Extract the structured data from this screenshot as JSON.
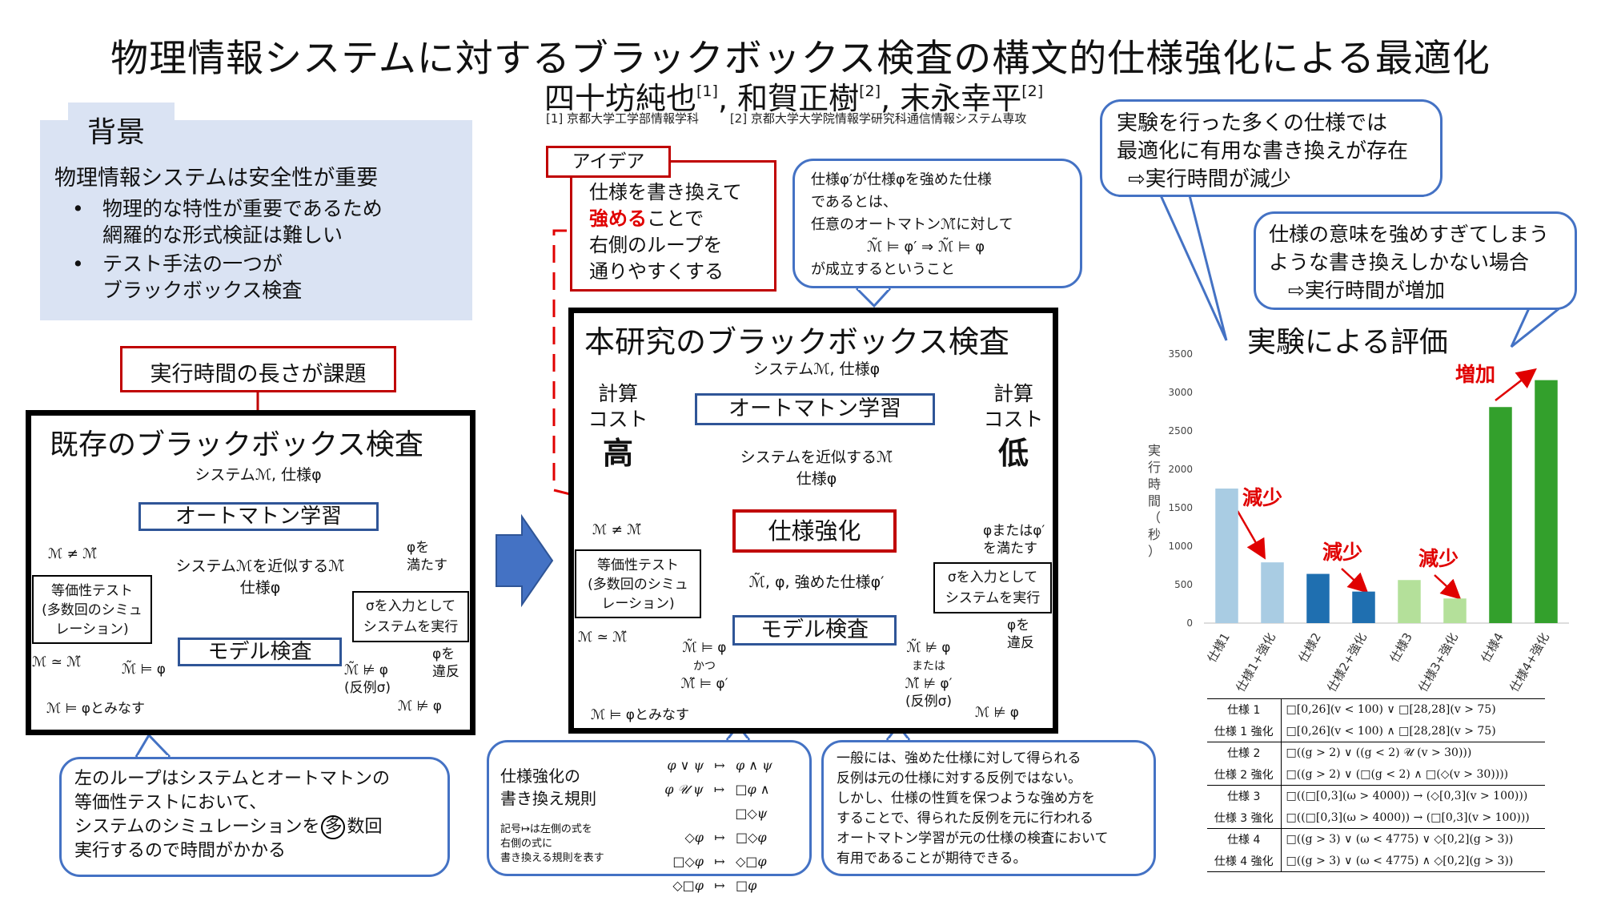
{
  "title": "物理情報システムに対するブラックボックス検査の構文的仕様強化による最適化",
  "authors": {
    "a1": "四十坊純也",
    "a1_ref": "[1]",
    "a2": "和賀正樹",
    "a2_ref": "[2]",
    "a3": "末永幸平",
    "a3_ref": "[2]",
    "sep": ","
  },
  "affiliations": {
    "aff1": "[1] 京都大学工学部情報学科",
    "aff2": "[2] 京都大学大学院情報学研究科通信情報システム専攻"
  },
  "background": {
    "heading": "背景",
    "lead": "物理情報システムは安全性が重要",
    "bullets": [
      "物理的な特性が重要であるため",
      "網羅的な形式検証は難しい",
      "テスト手法の一つが",
      "ブラックボックス検査"
    ]
  },
  "issue_label": "実行時間の長さが課題",
  "existing": {
    "title": "既存のブラックボックス検査",
    "input": "システムℳ, 仕様φ",
    "learning": "オートマトン学習",
    "approx": "システムℳを近似するℳ̃",
    "approx2": "仕様φ",
    "model_check": "モデル検査",
    "equiv_test": [
      "等価性テスト",
      "(多数回のシミュ",
      "レーション)"
    ],
    "run_system": [
      "σを入力として",
      "システムを実行"
    ],
    "neq": "ℳ ≠ ℳ̃",
    "sim": "ℳ ≃ ℳ̃",
    "models": "ℳ̃ ⊨ φ",
    "not_models": "ℳ̃ ⊭ φ",
    "cex": "(反例σ)",
    "satisfy": [
      "φを",
      "満たす"
    ],
    "violate": [
      "φを",
      "違反"
    ],
    "conclude": "ℳ ⊨ φとみなす",
    "fail": "ℳ ⊭ φ"
  },
  "existing_note": [
    "左のループはシステムとオートマトンの",
    "等価性テストにおいて、",
    "システムのシミュレーションを",
    "多",
    "数回",
    "実行するので時間がかかる"
  ],
  "idea": {
    "label": "アイデア",
    "lines": [
      "仕様を書き換えて",
      "強める",
      "ことで",
      "右側のループを",
      "通りやすくする"
    ]
  },
  "definition": [
    "仕様φ′が仕様φを強めた仕様",
    "であるとは、",
    "任意のオートマトンℳ̃に対して",
    "ℳ̃ ⊨ φ′ ⇒ ℳ̃ ⊨ φ",
    "が成立するということ"
  ],
  "proposed": {
    "title": "本研究のブラックボックス検査",
    "input": "システムℳ, 仕様φ",
    "learning": "オートマトン学習",
    "approx": "システムを近似するℳ̃",
    "approx2": "仕様φ",
    "strengthen": "仕様強化",
    "strengthen_out": "ℳ̃, φ, 強めた仕様φ′",
    "model_check": "モデル検査",
    "equiv_test": [
      "等価性テスト",
      "(多数回のシミュ",
      "レーション)"
    ],
    "run_system": [
      "σを入力として",
      "システムを実行"
    ],
    "cost_label": [
      "計算",
      "コスト"
    ],
    "cost_high": "高",
    "cost_low": "低",
    "neq": "ℳ ≠ ℳ̃",
    "sim": "ℳ ≃ ℳ̃",
    "models": "ℳ̃ ⊨ φ",
    "and": "かつ",
    "models2": "ℳ̃ ⊨ φ′",
    "not_models": "ℳ̃ ⊭ φ",
    "or": "または",
    "not_models2": "ℳ̃ ⊭ φ′",
    "cex": "(反例σ)",
    "satisfy": [
      "φまたはφ′",
      "を満たす"
    ],
    "violate": [
      "φを",
      "違反"
    ],
    "conclude": "ℳ ⊨ φとみなす",
    "fail": "ℳ ⊭ φ"
  },
  "rules": {
    "title": [
      "仕様強化の",
      "書き換え規則"
    ],
    "note": [
      "記号↦は左側の式を",
      "右側の式に",
      "書き換える規則を表す"
    ],
    "items": [
      [
        "φ ∨ ψ",
        "↦",
        "φ ∧ ψ"
      ],
      [
        "φ 𝒰 ψ",
        "↦",
        "□φ ∧ □◇ψ"
      ],
      [
        "◇φ",
        "↦",
        "□◇φ"
      ],
      [
        "□◇φ",
        "↦",
        "◇□φ"
      ],
      [
        "◇□φ",
        "↦",
        "□φ"
      ]
    ]
  },
  "general_note": [
    "一般には、強めた仕様に対して得られる",
    "反例は元の仕様に対する反例ではない。",
    "しかし、仕様の性質を保つような強め方を",
    "することで、得られた反例を元に行われる",
    "オートマトン学習が元の仕様の検査において",
    "有用であることが期待できる。"
  ],
  "result_note1": [
    "実験を行った多くの仕様では",
    "最適化に有用な書き換えが存在",
    "⇨実行時間が減少"
  ],
  "result_note2": [
    "仕様の意味を強めすぎてしまう",
    "ような書き換えしかない場合",
    "⇨実行時間が増加"
  ],
  "eval_title": "実験による評価",
  "annotations": {
    "decrease": "減少",
    "increase": "増加"
  },
  "chart_data": {
    "type": "bar",
    "categories": [
      "仕様1",
      "仕様1+強化",
      "仕様2",
      "仕様2+強化",
      "仕様3",
      "仕様3+強化",
      "仕様4",
      "仕様4+強化"
    ],
    "values": [
      1750,
      790,
      640,
      410,
      560,
      320,
      2810,
      3160
    ],
    "colors": [
      "#a9cce3",
      "#a9cce3",
      "#1f6fb0",
      "#1f6fb0",
      "#b4e09a",
      "#b4e09a",
      "#33a02c",
      "#33a02c"
    ],
    "ylabel": "実行時間（秒）",
    "ylim": [
      0,
      3500
    ],
    "yticks": [
      0,
      500,
      1000,
      1500,
      2000,
      2500,
      3000,
      3500
    ],
    "grid": false
  },
  "table": [
    {
      "label": "仕様 1",
      "formula": "□[0,26](v < 100) ∨ □[28,28](v > 75)"
    },
    {
      "label": "仕様 1 強化",
      "formula": "□[0,26](v < 100) ∧ □[28,28](v > 75)"
    },
    {
      "label": "仕様 2",
      "formula": "□((g > 2) ∨ ((g < 2) 𝒰 (v > 30)))"
    },
    {
      "label": "仕様 2 強化",
      "formula": "□((g > 2) ∨ (□(g < 2) ∧ □(◇(v > 30))))"
    },
    {
      "label": "仕様 3",
      "formula": "□((□[0,3](ω > 4000)) → (◇[0,3](v > 100)))"
    },
    {
      "label": "仕様 3 強化",
      "formula": "□((□[0,3](ω > 4000)) → (□[0,3](v > 100)))"
    },
    {
      "label": "仕様 4",
      "formula": "□((g > 3) ∨ (ω < 4775) ∨ ◇[0,2](g > 3))"
    },
    {
      "label": "仕様 4 強化",
      "formula": "□((g > 3) ∨ (ω < 4775) ∧ ◇[0,2](g > 3))"
    }
  ]
}
